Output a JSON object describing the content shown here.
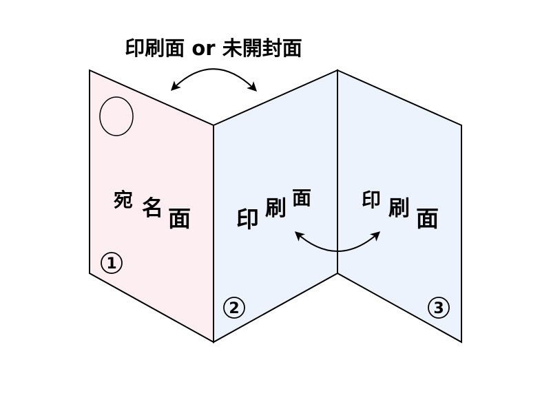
{
  "title": "印刷面 or 未開封面",
  "panels": [
    {
      "number": "1",
      "face": [
        "宛",
        "名",
        "面"
      ],
      "fill": "#fdeef2"
    },
    {
      "number": "2",
      "face": [
        "印",
        "刷",
        "面"
      ],
      "fill": "#edf3fc"
    },
    {
      "number": "3",
      "face": [
        "印",
        "刷",
        "面"
      ],
      "fill": "#edf3fc"
    }
  ],
  "colors": {
    "stroke": "#000000",
    "pink_panel": "#fdeef2",
    "blue_panel": "#edf3fc"
  }
}
